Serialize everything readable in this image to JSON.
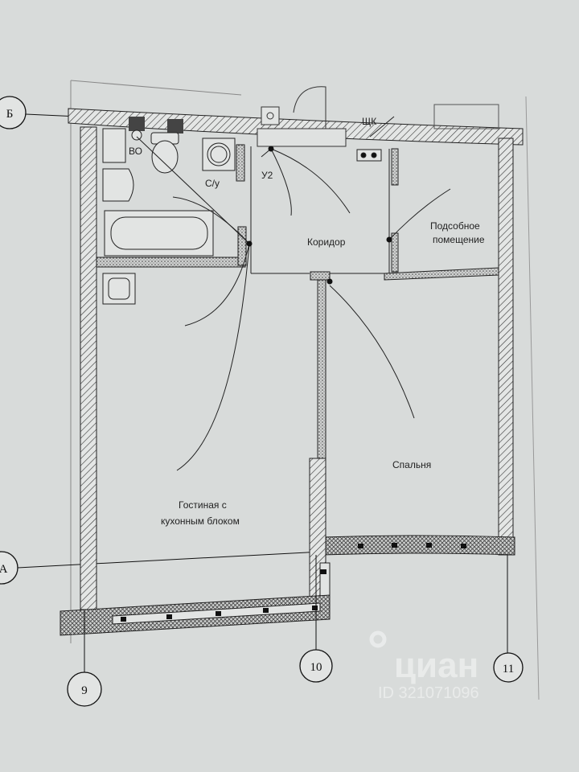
{
  "axes": {
    "row_b": "Б",
    "row_a": "А",
    "col_9": "9",
    "col_10": "10",
    "col_11": "11"
  },
  "rooms": {
    "bathroom": "С/у",
    "water_heater": "ВО",
    "riser": "У2",
    "panel": "ЩК",
    "corridor": "Коридор",
    "utility_line1": "Подсобное",
    "utility_line2": "помещение",
    "bedroom": "Спальня",
    "living_line1": "Гостиная с",
    "living_line2": "кухонным блоком"
  },
  "watermark": {
    "brand": "циан",
    "id": "ID 321071096"
  }
}
